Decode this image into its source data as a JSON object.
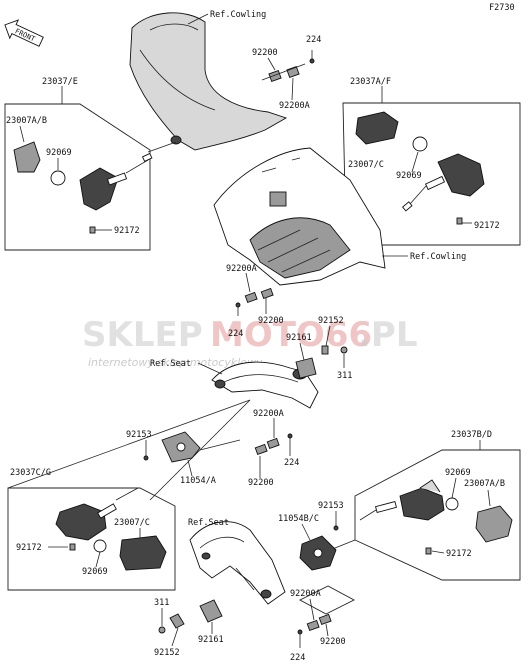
{
  "figure_code": "F2730",
  "front_label": "FRONT",
  "watermark": {
    "brand_a": "SKLEP",
    "brand_b": "MOTO66",
    "brand_c": ".PL",
    "tagline": "internetowy sklep motocyklowy"
  },
  "labels": {
    "ref_cowling_top": "Ref.Cowling",
    "ref_cowling_mid": "Ref.Cowling",
    "ref_seat_mid": "Ref.Seat",
    "ref_seat_bottom": "Ref.Seat",
    "a23037_e": "23037/E",
    "a23037_af": "23037A/F",
    "a23037b_d": "23037B/D",
    "a23037c_g": "23037C/G",
    "a23007a_b_1": "23007A/B",
    "a23007a_b_2": "23007A/B",
    "a23007_c_1": "23007/C",
    "a23007_c_2": "23007/C",
    "p92069_1": "92069",
    "p92069_2": "92069",
    "p92069_3": "92069",
    "p92069_4": "92069",
    "p92172_1": "92172",
    "p92172_2": "92172",
    "p92172_3": "92172",
    "p92172_4": "92172",
    "p92200_1": "92200",
    "p92200_2": "92200",
    "p92200_3": "92200",
    "p92200_4": "92200",
    "p92200a_1": "92200A",
    "p92200a_2": "92200A",
    "p92200a_3": "92200A",
    "p92200a_4": "92200A",
    "p224_1": "224",
    "p224_2": "224",
    "p224_3": "224",
    "p224_4": "224",
    "p92152_1": "92152",
    "p92152_2": "92152",
    "p92161_1": "92161",
    "p92161_2": "92161",
    "p311_1": "311",
    "p311_2": "311",
    "p92153_1": "92153",
    "p92153_2": "92153",
    "p11054_a": "11054/A",
    "p11054b_c": "11054B/C"
  }
}
